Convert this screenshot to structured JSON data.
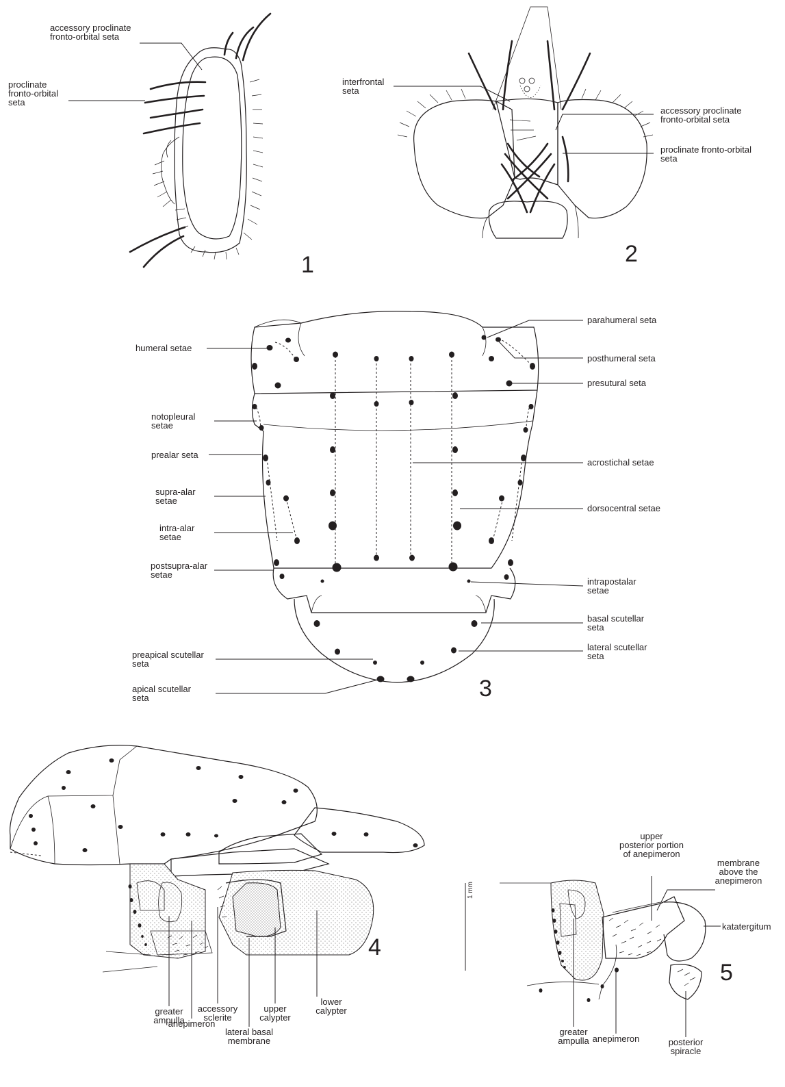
{
  "figure_numbers": [
    "1",
    "2",
    "3",
    "4",
    "5"
  ],
  "fig1": {
    "labels": [
      [
        "accessory proclinate",
        "fronto-orbital seta"
      ],
      [
        "proclinate",
        "fronto-orbital",
        "seta"
      ]
    ]
  },
  "fig2": {
    "labels": [
      [
        "interfrontal",
        "seta"
      ],
      [
        "accessory proclinate",
        "fronto-orbital seta"
      ],
      [
        "proclinate fronto-orbital",
        "seta"
      ]
    ]
  },
  "fig3": {
    "labels_left": [
      [
        "humeral setae"
      ],
      [
        "notopleural",
        "setae"
      ],
      [
        "prealar seta"
      ],
      [
        "supra-alar",
        "setae"
      ],
      [
        "intra-alar",
        "setae"
      ],
      [
        "postsupra-alar",
        "setae"
      ],
      [
        "preapical scutellar",
        "seta"
      ],
      [
        "apical scutellar",
        "seta"
      ]
    ],
    "labels_right": [
      [
        "parahumeral seta"
      ],
      [
        "posthumeral seta"
      ],
      [
        "presutural seta"
      ],
      [
        "acrostichal setae"
      ],
      [
        "dorsocentral setae"
      ],
      [
        "intrapostalar",
        "setae"
      ],
      [
        "basal scutellar",
        "seta"
      ],
      [
        "lateral scutellar",
        "seta"
      ]
    ]
  },
  "fig4": {
    "labels": [
      [
        "greater",
        "ampulla"
      ],
      [
        "accessory",
        "sclerite"
      ],
      [
        "upper",
        "calypter"
      ],
      [
        "lower",
        "calypter"
      ],
      [
        "anepimeron"
      ],
      [
        "lateral basal",
        "membrane"
      ]
    ]
  },
  "scale_bar": "1 mm",
  "fig5": {
    "labels": [
      [
        "upper",
        "posterior portion",
        "of anepimeron"
      ],
      [
        "membrane",
        "above the",
        "anepimeron"
      ],
      [
        "katatergitum"
      ],
      [
        "greater",
        "ampulla"
      ],
      [
        "anepimeron"
      ],
      [
        "posterior",
        "spiracle"
      ]
    ]
  }
}
